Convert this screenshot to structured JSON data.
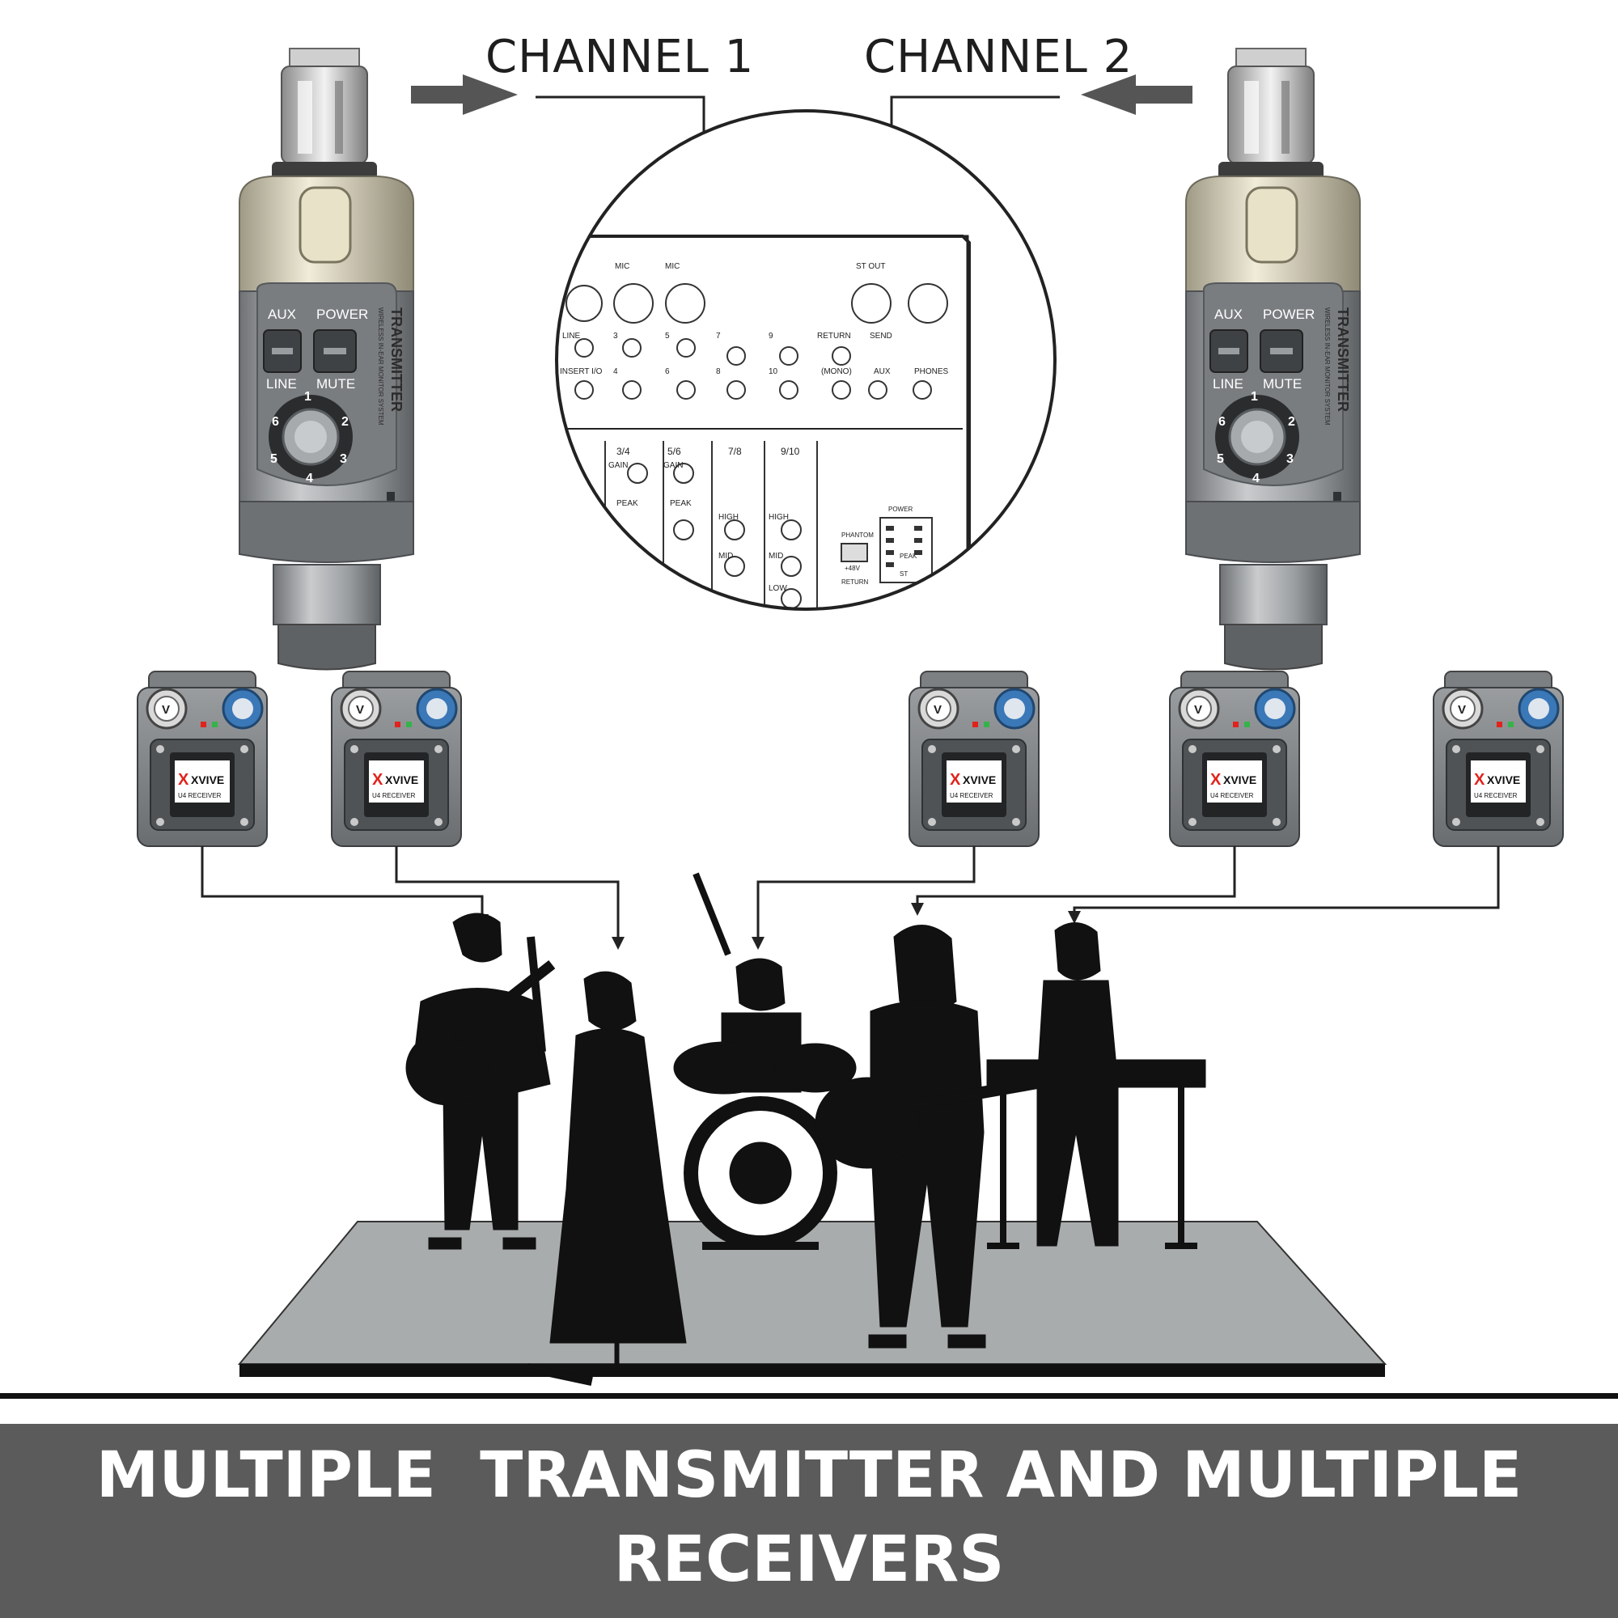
{
  "channels": {
    "channel_1": "CHANNEL 1",
    "channel_2": "CHANNEL 2"
  },
  "transmitter": {
    "side_text": "TRANSMITTER",
    "side_subtext": "WIRELESS IN-EAR MONITOR SYSTEM",
    "aux": "AUX",
    "power": "POWER",
    "line": "LINE",
    "mute": "MUTE",
    "dial_numbers": [
      "1",
      "2",
      "3",
      "4",
      "5",
      "6"
    ]
  },
  "mixer": {
    "top_labels": [
      "MIC",
      "MIC",
      "ST OUT",
      "LINE",
      "3",
      "5",
      "7",
      "9",
      "RETURN",
      "SEND",
      "INSERT I/O",
      "4",
      "6",
      "8",
      "10",
      "(MONO)",
      "AUX",
      "PHONES"
    ],
    "strip_labels": [
      "3/4",
      "5/6",
      "7/8",
      "9/10",
      "GAIN",
      "GAIN",
      "PEAK",
      "PEAK",
      "HIGH",
      "HIGH",
      "MID",
      "MID",
      "LOW"
    ],
    "meter_labels": [
      "POWER",
      "PEAK",
      "PHANTOM",
      "+48V",
      "RETURN",
      "ST"
    ]
  },
  "receiver": {
    "brand": "XVIVE",
    "model": "U4 RECEIVER",
    "count": 5
  },
  "caption": {
    "line1": "MULTIPLE  TRANSMITTER AND MULTIPLE",
    "line2": "RECEIVERS"
  },
  "colors": {
    "banner": "#5b5b5b",
    "stage": "#a9acad",
    "device": "#8a8d90",
    "knob_blue": "#3a78b8",
    "led_red": "#e0231c",
    "led_green": "#35b34a"
  }
}
